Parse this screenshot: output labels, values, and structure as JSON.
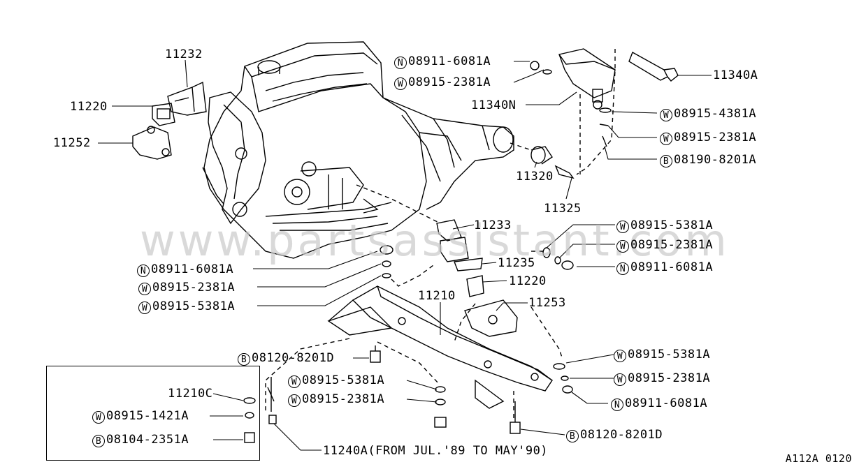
{
  "watermark": "www.partsassistant.com",
  "diagram_code": "A112A 0120",
  "labels": {
    "p11232": "11232",
    "p11220_top": "11220",
    "p11252": "11252",
    "n_top_prefix": "N",
    "n_top": "08911-6081A",
    "w_top_prefix": "W",
    "w_top": "08915-2381A",
    "p11340N": "11340N",
    "p11340A": "11340A",
    "w_r1_prefix": "W",
    "w_r1": "08915-4381A",
    "w_r2_prefix": "W",
    "w_r2": "08915-2381A",
    "b_r3_prefix": "B",
    "b_r3": "08190-8201A",
    "p11320": "11320",
    "p11325": "11325",
    "p11233": "11233",
    "w_m1_prefix": "W",
    "w_m1": "08915-5381A",
    "w_m2_prefix": "W",
    "w_m2": "08915-2381A",
    "n_m3_prefix": "N",
    "n_m3": "08911-6081A",
    "p11235": "11235",
    "p11220_mid": "11220",
    "n_l1_prefix": "N",
    "n_l1": "08911-6081A",
    "w_l2_prefix": "W",
    "w_l2": "08915-2381A",
    "w_l3_prefix": "W",
    "w_l3": "08915-5381A",
    "p11210": "11210",
    "p11253": "11253",
    "b_c1_prefix": "B",
    "b_c1": "08120-8201D",
    "w_c2_prefix": "W",
    "w_c2": "08915-5381A",
    "w_c3_prefix": "W",
    "w_c3": "08915-2381A",
    "w_br1_prefix": "W",
    "w_br1": "08915-5381A",
    "w_br2_prefix": "W",
    "w_br2": "08915-2381A",
    "n_br3_prefix": "N",
    "n_br3": "08911-6081A",
    "b_bot_prefix": "B",
    "b_bot": "08120-8201D",
    "p11210C": "11210C",
    "w_i2_prefix": "W",
    "w_i2": "08915-1421A",
    "b_i3_prefix": "B",
    "b_i3": "08104-2351A",
    "p11240A": "11240A(FROM JUL.'89 TO MAY'90)"
  }
}
